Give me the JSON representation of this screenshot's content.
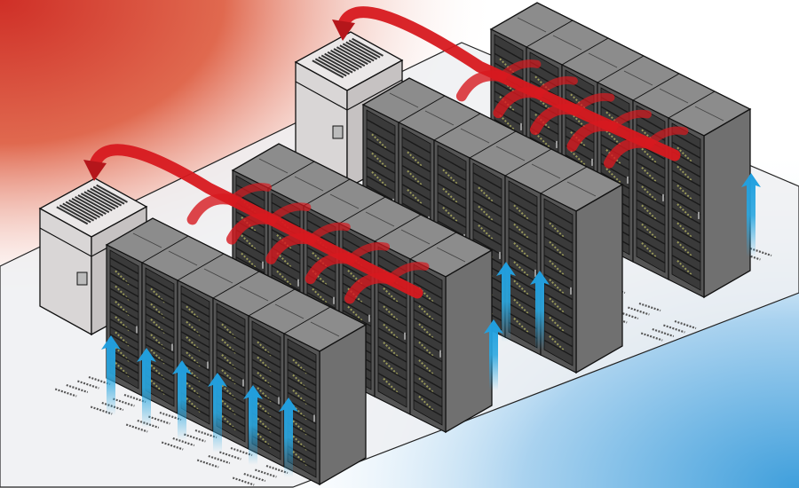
{
  "illustration": {
    "subject": "hot-aisle-cold-aisle-data-center",
    "rows_of_racks": 4,
    "racks_per_row": 6,
    "cooling_units": 2
  },
  "colors": {
    "hot_air": "#d7191f",
    "cold_air": "#2aa7e0",
    "rack_top": "#8c8c8c",
    "rack_front": "#3a3a3a",
    "rack_side": "#707070",
    "crac_unit": "#d9d6d6",
    "floor": "#eef0f2",
    "warm_background": "#d23a2a",
    "cool_background": "#4aa3dc"
  }
}
